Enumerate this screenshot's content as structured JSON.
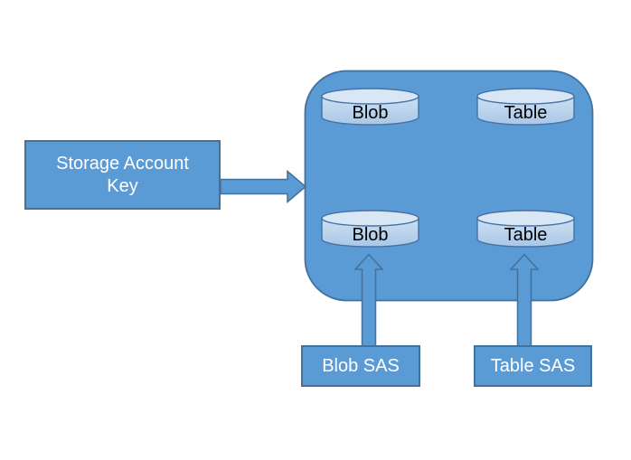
{
  "colors": {
    "background": "#ffffff",
    "shape_fill": "#5b9bd5",
    "shape_border": "#41719c",
    "cylinder_body_top": "#cde0f2",
    "cylinder_body_bottom": "#a9c7e7",
    "cylinder_cap": "#d9e6f5",
    "cylinder_border": "#4472a4",
    "box_text": "#ffffff",
    "cylinder_text": "#000000"
  },
  "diagram": {
    "source_box": {
      "label_line1": "Storage Account",
      "label_line2": "Key"
    },
    "container": {
      "cylinders": [
        {
          "label": "Blob",
          "row": "top"
        },
        {
          "label": "Table",
          "row": "top"
        },
        {
          "label": "Blob",
          "row": "bottom"
        },
        {
          "label": "Table",
          "row": "bottom"
        }
      ]
    },
    "sas_boxes": [
      {
        "label": "Blob SAS"
      },
      {
        "label": "Table SAS"
      }
    ]
  }
}
